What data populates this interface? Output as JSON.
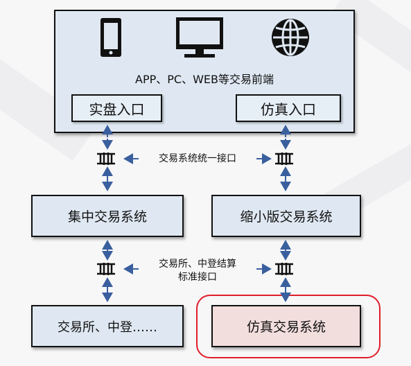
{
  "frontend": {
    "caption": "APP、PC、WEB等交易前端",
    "real_entry": "实盘入口",
    "sim_entry": "仿真入口",
    "icons": [
      "phone-icon",
      "monitor-icon",
      "globe-icon"
    ]
  },
  "interfaces": {
    "upper": "交易系统统一接口",
    "lower_line1": "交易所、中登结算",
    "lower_line2": "标准接口"
  },
  "systems": {
    "central": "集中交易系统",
    "mini": "缩小版交易系统",
    "exchange": "交易所、中登……",
    "sim": "仿真交易系统"
  },
  "colors": {
    "box_fill": "#dfe8f2",
    "sim_fill": "#f3dede",
    "highlight": "#e11d2a",
    "arrow": "#3a5f9e"
  }
}
